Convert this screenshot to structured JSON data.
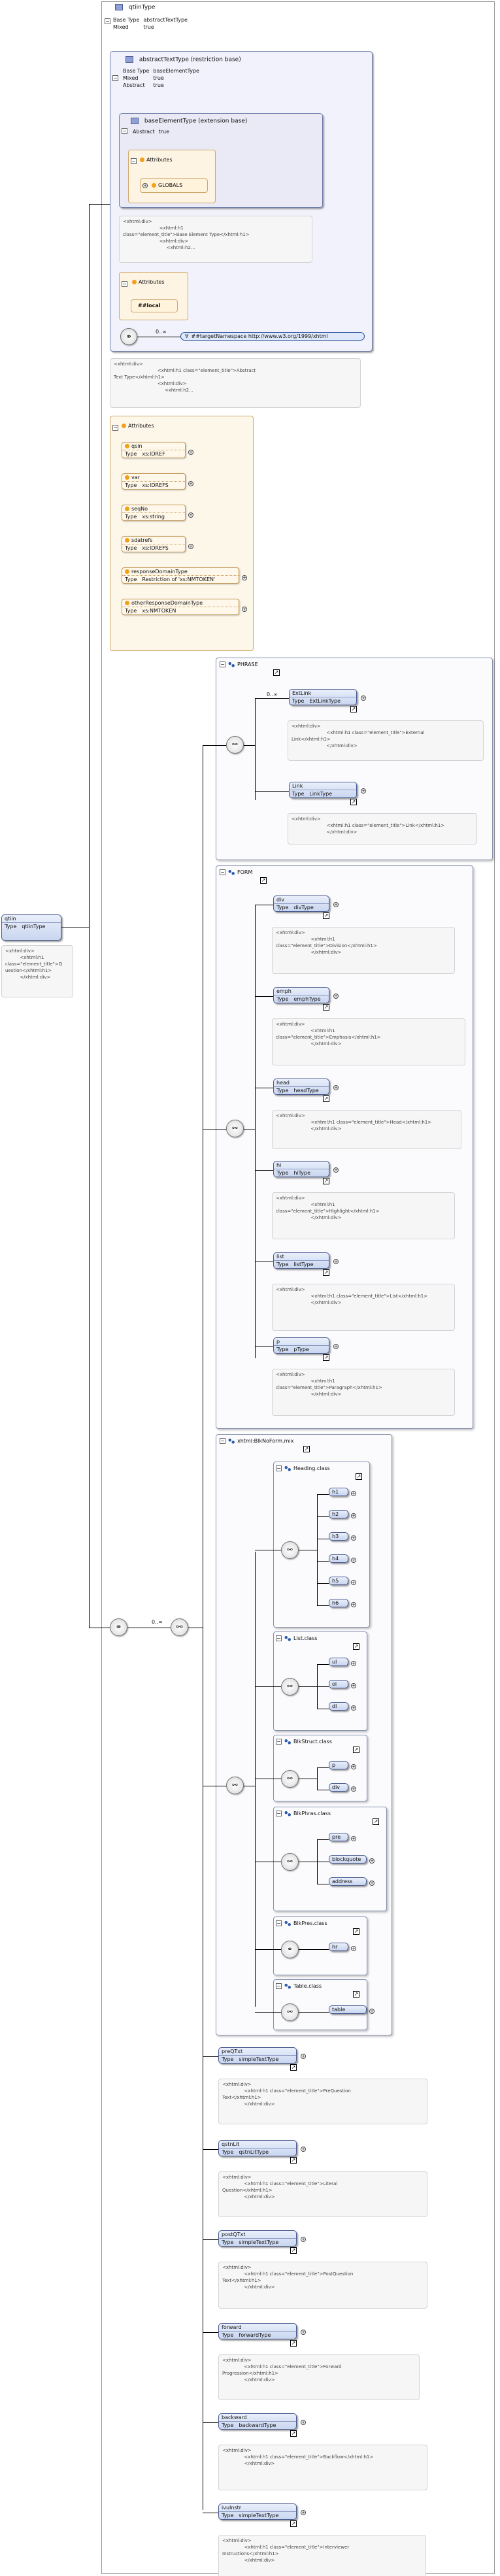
{
  "header": {
    "complex_type": "qtiinType",
    "rows": [
      {
        "key": "Base Type",
        "value": "abstractTextType"
      },
      {
        "key": "Mixed",
        "value": "true"
      }
    ]
  },
  "abstract_text_type": {
    "title": "abstractTextType (restriction base)",
    "rows": [
      {
        "key": "Base Type",
        "value": "baseElementType"
      },
      {
        "key": "Mixed",
        "value": "true"
      },
      {
        "key": "Abstract",
        "value": "true"
      }
    ],
    "base_element": {
      "title": "baseElementType (extension base)",
      "rows": [
        {
          "key": "Abstract",
          "value": "true"
        }
      ],
      "attributes_label": "Attributes",
      "globals": "GLOBALS",
      "doc": "<xhtml:div>\n                         <xhtml:h1\nclass=\"element_title\">Base Element Type</xhtml:h1>\n                         <xhtml:div>\n                              <xhtml:h2..."
    },
    "attributes_label": "Attributes",
    "local": "##local",
    "wildcard": "##targetNamespace http://www.w3.org/1999/xhtml",
    "wildcard_label": "0..∞",
    "doc": "<xhtml:div>\n                              <xhtml:h1 class=\"element_title\">Abstract\nText Type</xhtml:h1>\n                              <xhtml:div>\n                                   <xhtml:h2..."
  },
  "attributes": {
    "label": "Attributes",
    "items": [
      {
        "name": "qsin",
        "type_key": "Type",
        "type": "xs:IDREF"
      },
      {
        "name": "var",
        "type_key": "Type",
        "type": "xs:IDREFS"
      },
      {
        "name": "seqNo",
        "type_key": "Type",
        "type": "xs:string"
      },
      {
        "name": "sdatrefs",
        "type_key": "Type",
        "type": "xs:IDREFS"
      },
      {
        "name": "responseDomainType",
        "type_key": "Type",
        "type": "Restriction of 'xs:NMTOKEN'"
      },
      {
        "name": "otherResponseDomainType",
        "type_key": "Type",
        "type": "xs:NMTOKEN"
      }
    ]
  },
  "root": {
    "name": "qtiin",
    "type_key": "Type",
    "type": "qtiinType",
    "doc": "<xhtml:div>\n          <xhtml:h1\nclass=\"element_title\">Q\nuestion</xhtml:h1>\n          </xhtml:div>"
  },
  "phrase": {
    "title": "PHRASE",
    "mult": "0..∞",
    "items": [
      {
        "name": "ExtLink",
        "type_key": "Type",
        "type": "ExtLinkType",
        "doc": "<xhtml:div>\n                        <xhtml:h1 class=\"element_title\">External\nLink</xhtml:h1>\n                        </xhtml:div>"
      },
      {
        "name": "Link",
        "type_key": "Type",
        "type": "LinkType",
        "doc": "<xhtml:div>\n                        <xhtml:h1 class=\"element_title\">Link</xhtml:h1>\n                        </xhtml:div>"
      }
    ]
  },
  "form": {
    "title": "FORM",
    "items": [
      {
        "name": "div",
        "type_key": "Type",
        "type": "divType",
        "doc": "<xhtml:div>\n                        <xhtml:h1\nclass=\"element_title\">Division</xhtml:h1>\n                        </xhtml:div>"
      },
      {
        "name": "emph",
        "type_key": "Type",
        "type": "emphType",
        "doc": "<xhtml:div>\n                        <xhtml:h1\nclass=\"element_title\">Emphasis</xhtml:h1>\n                        </xhtml:div>"
      },
      {
        "name": "head",
        "type_key": "Type",
        "type": "headType",
        "doc": "<xhtml:div>\n                        <xhtml:h1 class=\"element_title\">Head</xhtml:h1>\n                        </xhtml:div>"
      },
      {
        "name": "hi",
        "type_key": "Type",
        "type": "hiType",
        "doc": "<xhtml:div>\n                        <xhtml:h1\nclass=\"element_title\">Highlight</xhtml:h1>\n                        </xhtml:div>"
      },
      {
        "name": "list",
        "type_key": "Type",
        "type": "listType",
        "doc": "<xhtml:div>\n                        <xhtml:h1 class=\"element_title\">List</xhtml:h1>\n                        </xhtml:div>"
      },
      {
        "name": "p",
        "type_key": "Type",
        "type": "pType",
        "doc": "<xhtml:div>\n                        <xhtml:h1\nclass=\"element_title\">Paragraph</xhtml:h1>\n                        </xhtml:div>"
      }
    ]
  },
  "xhtml": {
    "title": "xhtml:BlkNoForm.mix",
    "mult": "0..∞",
    "groups": [
      {
        "title": "Heading.class",
        "items": [
          "h1",
          "h2",
          "h3",
          "h4",
          "h5",
          "h6"
        ]
      },
      {
        "title": "List.class",
        "items": [
          "ul",
          "ol",
          "dl"
        ]
      },
      {
        "title": "BlkStruct.class",
        "items": [
          "p",
          "div"
        ]
      },
      {
        "title": "BlkPhras.class",
        "items": [
          "pre",
          "blockquote",
          "address"
        ]
      },
      {
        "title": "BlkPres.class",
        "items": [
          "hr"
        ]
      },
      {
        "title": "Table.class",
        "items": [
          "table"
        ]
      }
    ]
  },
  "tail": [
    {
      "name": "preQTxt",
      "type_key": "Type",
      "type": "simpleTextType",
      "doc": "<xhtml:div>\n               <xhtml:h1 class=\"element_title\">PreQuestion\nText</xhtml:h1>\n               </xhtml:div>"
    },
    {
      "name": "qstnLit",
      "type_key": "Type",
      "type": "qstnLitType",
      "doc": "<xhtml:div>\n               <xhtml:h1 class=\"element_title\">Literal\nQuestion</xhtml:h1>\n               </xhtml:div>"
    },
    {
      "name": "postQTxt",
      "type_key": "Type",
      "type": "simpleTextType",
      "doc": "<xhtml:div>\n               <xhtml:h1 class=\"element_title\">PostQuestion\nText</xhtml:h1>\n               </xhtml:div>"
    },
    {
      "name": "forward",
      "type_key": "Type",
      "type": "forwardType",
      "doc": "<xhtml:div>\n               <xhtml:h1 class=\"element_title\">Forward\nProgression</xhtml:h1>\n               </xhtml:div>"
    },
    {
      "name": "backward",
      "type_key": "Type",
      "type": "backwardType",
      "doc": "<xhtml:div>\n               <xhtml:h1 class=\"element_title\">Backflow</xhtml:h1>\n               </xhtml:div>"
    },
    {
      "name": "ivuInstr",
      "type_key": "Type",
      "type": "simpleTextType",
      "doc": "<xhtml:div>\n               <xhtml:h1 class=\"element_title\">Interviewer\nInstructions</xhtml:h1>\n               </xhtml:div>"
    }
  ]
}
